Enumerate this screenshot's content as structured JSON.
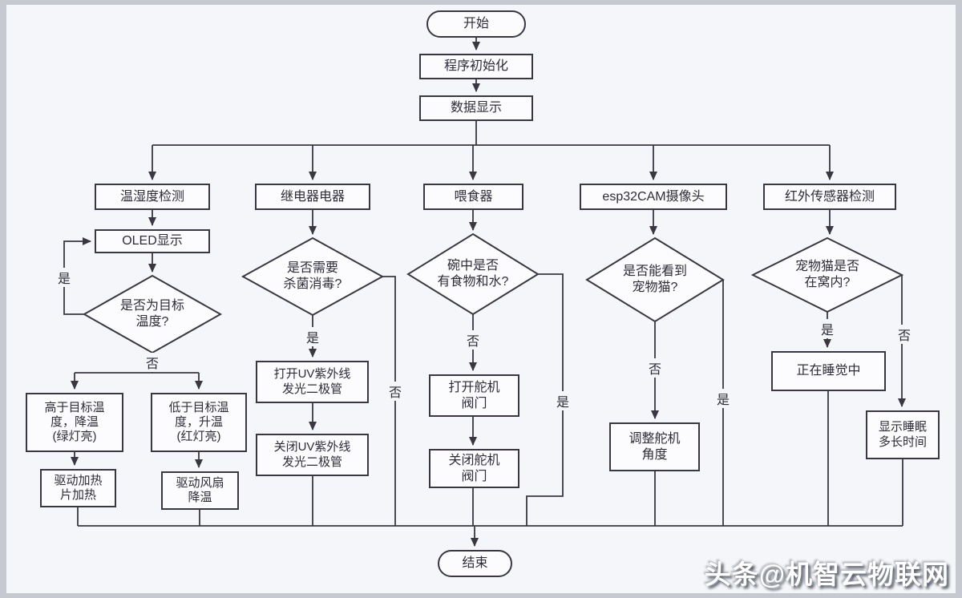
{
  "flowchart": {
    "start": "开始",
    "init": "程序初始化",
    "data_display": "数据显示",
    "col1": {
      "header": "温湿度检测",
      "oled": "OLED显示",
      "decision": "是否为目标\n温度?",
      "yes": "是",
      "no": "否",
      "above_target": "高于目标温\n度，降温\n(绿灯亮)",
      "below_target": "低于目标温\n度，升温\n(红灯亮)",
      "heat_action": "驱动加热\n片加热",
      "cool_action": "驱动风扇\n降温"
    },
    "col2": {
      "header": "继电器电器",
      "decision": "是否需要\n杀菌消毒?",
      "yes": "是",
      "no": "否",
      "uv_on": "打开UV紫外线\n发光二极管",
      "uv_off": "关闭UV紫外线\n发光二极管"
    },
    "col3": {
      "header": "喂食器",
      "decision": "碗中是否\n有食物和水?",
      "yes": "是",
      "no": "否",
      "valve_open": "打开舵机\n阀门",
      "valve_close": "关闭舵机\n阀门"
    },
    "col4": {
      "header": "esp32CAM摄像头",
      "decision": "是否能看到\n宠物猫?",
      "yes": "是",
      "no": "否",
      "adjust": "调整舵机\n角度"
    },
    "col5": {
      "header": "红外传感器检测",
      "decision": "宠物猫是否\n在窝内?",
      "yes": "是",
      "no": "否",
      "sleeping": "正在睡觉中",
      "sleep_duration": "显示睡眠\n多长时间"
    },
    "end": "结束"
  },
  "watermark": "头条@机智云物联网",
  "colors": {
    "line": "#3a3742",
    "canvas": "#f5f6f9",
    "node_bg": "#fcfcfe",
    "frame": "#c6cad0",
    "watermark_text": "#ffffff"
  }
}
